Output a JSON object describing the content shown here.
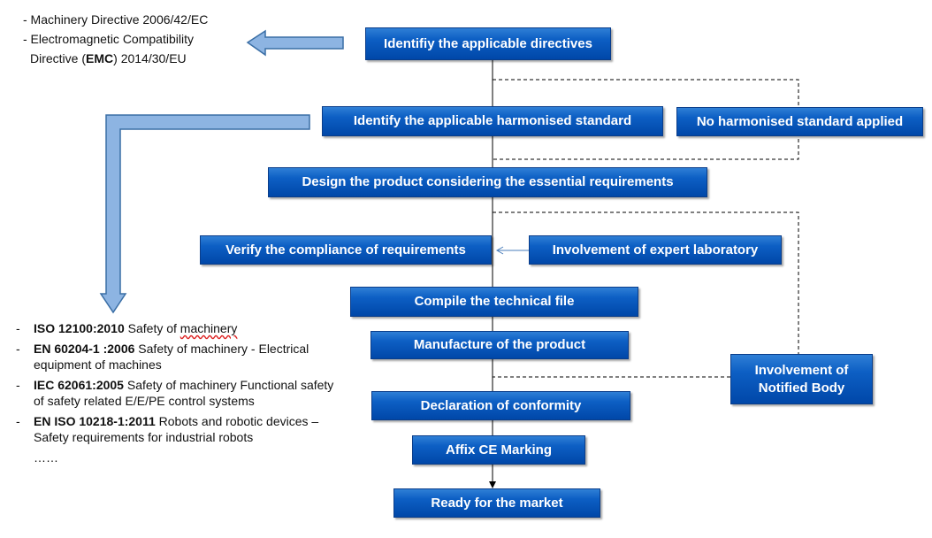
{
  "directives": {
    "line1": "- Machinery Directive 2006/42/EC",
    "line2": "- Electromagnetic Compatibility",
    "line3_prefix": "Directive (",
    "line3_bold": "EMC",
    "line3_suffix": ") 2014/30/EU"
  },
  "boxes": {
    "identify_directives": "Identifiy the applicable directives",
    "identify_standard": "Identify the applicable harmonised standard",
    "no_standard": "No harmonised standard applied",
    "design": "Design the product considering  the essential requirements",
    "verify": "Verify the compliance of requirements",
    "expert_lab": "Involvement of expert laboratory",
    "technical_file": "Compile the technical file",
    "manufacture": "Manufacture of the product",
    "notified_body_1": "Involvement of",
    "notified_body_2": "Notified Body",
    "declaration": "Declaration of conformity",
    "ce_marking": "Affix CE Marking",
    "ready": "Ready for the market"
  },
  "standards": [
    {
      "dash": "-",
      "bold": "ISO 12100:2010",
      "text_plain": " Safety of ",
      "text_marked": "machinery",
      "cont": ""
    },
    {
      "dash": "-",
      "bold": "EN 60204-1 :2006",
      "text_plain": " Safety of machinery - Electrical",
      "text_marked": "",
      "cont": "equipment of  machines"
    },
    {
      "dash": "-",
      "bold": "IEC 62061:2005",
      "text_plain": " Safety of machinery Functional safety",
      "text_marked": "",
      "cont": "of safety related E/E/PE control systems"
    },
    {
      "dash": "-",
      "bold": "EN ISO 10218-1:2011",
      "text_plain": " Robots and robotic devices –",
      "text_marked": "",
      "cont": "Safety requirements for industrial robots"
    }
  ],
  "ellipsis": "……",
  "colors": {
    "box_fill": "#0a5bc4",
    "arrow_fill": "#8db4e2",
    "arrow_stroke": "#3a6ea5",
    "connector": "#000000",
    "feedback_arrow": "#4a7ebb"
  }
}
